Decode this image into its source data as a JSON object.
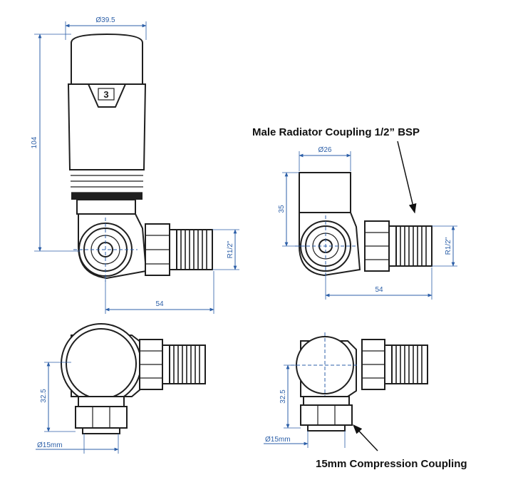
{
  "dimensions": {
    "head_diameter": "Ø39.5",
    "total_height": "104",
    "thread_size_left": "R1/2\"",
    "length_left": "54",
    "cap_diameter": "Ø26",
    "lockshield_height": "35",
    "thread_size_right": "R1/2\"",
    "length_right": "54",
    "bottom_height_left": "32.5",
    "pipe_diameter_left": "Ø15mm",
    "bottom_height_right": "32.5",
    "pipe_diameter_right": "Ø15mm"
  },
  "head_number": "3",
  "callouts": {
    "radiator_coupling": "Male Radiator Coupling 1/2” BSP",
    "compression_coupling": "15mm Compression Coupling"
  },
  "colors": {
    "outline": "#1f1f1f",
    "dimension": "#2c5fa8"
  }
}
